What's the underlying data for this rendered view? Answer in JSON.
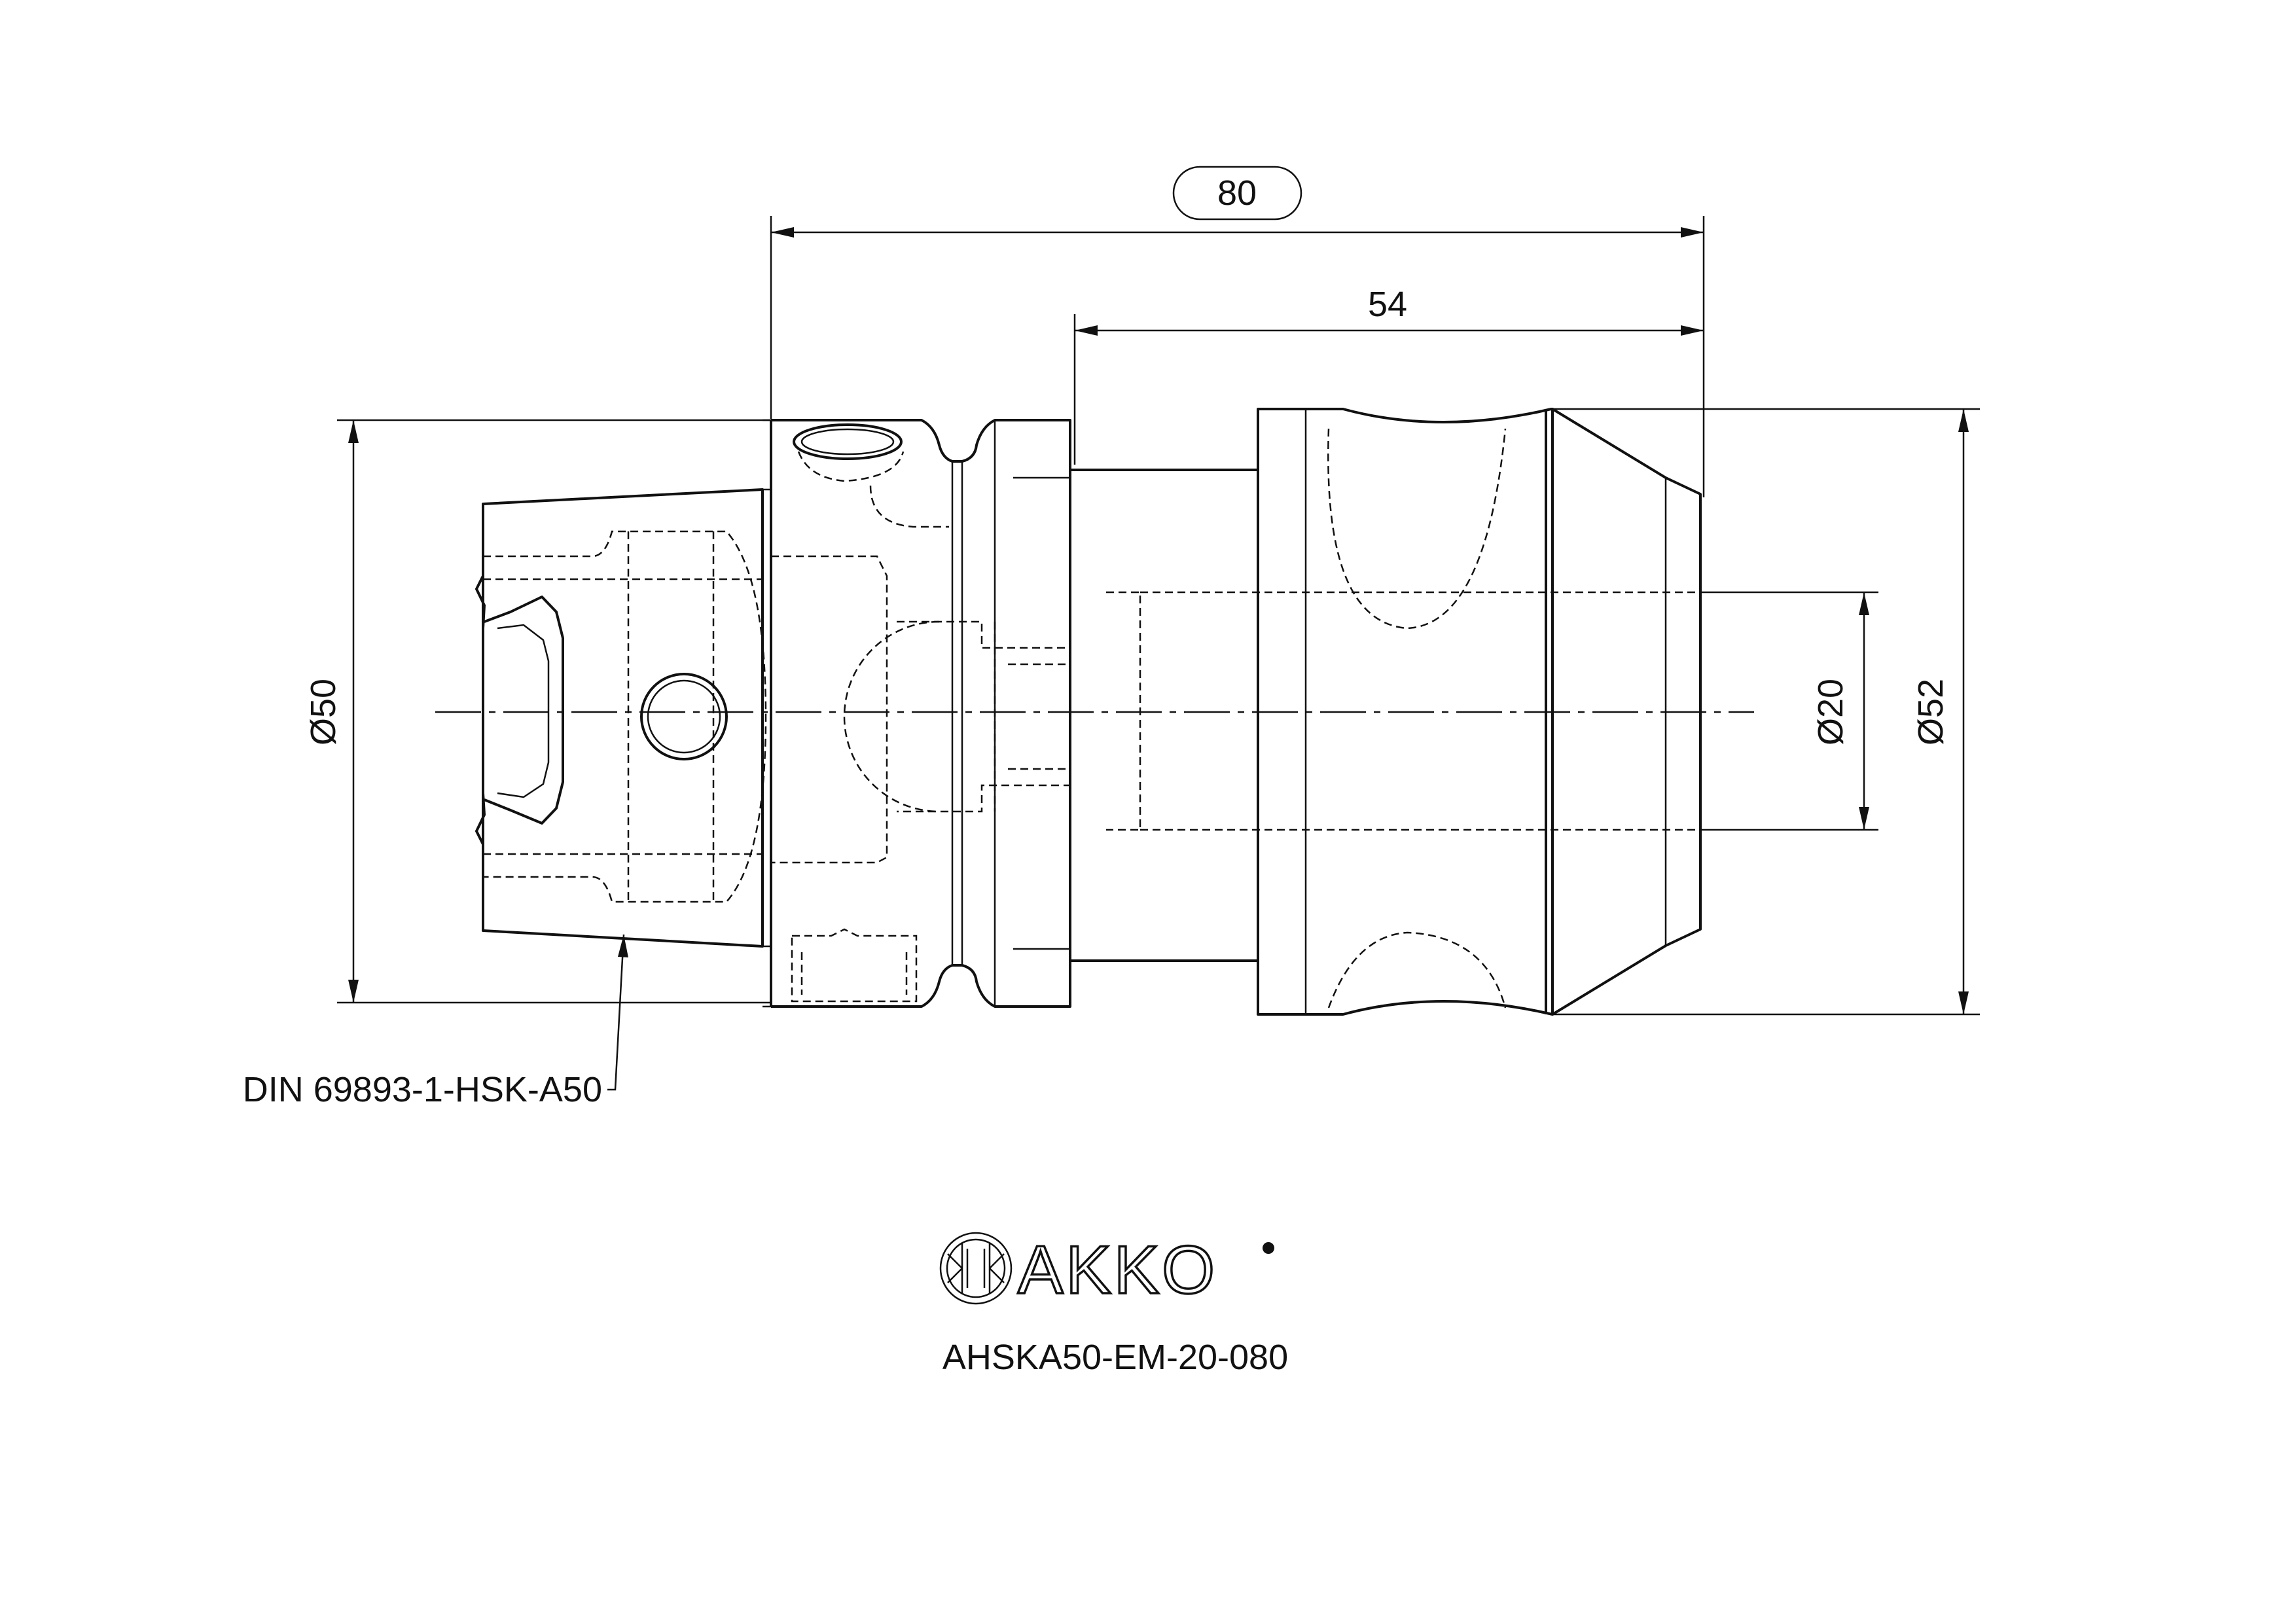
{
  "dimensions": {
    "overall_length": "80",
    "shank_length": "54",
    "flange_diameter": "Ø50",
    "bore_diameter": "Ø20",
    "body_diameter": "Ø52"
  },
  "standard_label": "DIN 69893-1-HSK-A50",
  "brand": "AKKO",
  "product_code": "AHSKA50-EM-20-080"
}
